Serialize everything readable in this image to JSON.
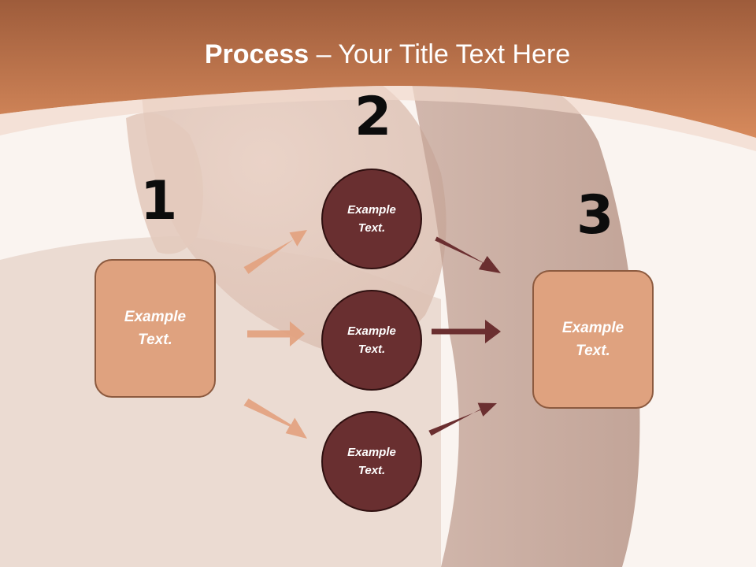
{
  "title": {
    "bold": "Process",
    "dash": " – ",
    "rest": "Your Title Text Here"
  },
  "steps": [
    {
      "number": "1"
    },
    {
      "number": "2"
    },
    {
      "number": "3"
    }
  ],
  "left_box": {
    "line1": "Example",
    "line2": "Text."
  },
  "right_box": {
    "line1": "Example",
    "line2": "Text."
  },
  "circles": [
    {
      "line1": "Example",
      "line2": "Text."
    },
    {
      "line1": "Example",
      "line2": "Text."
    },
    {
      "line1": "Example",
      "line2": "Text."
    }
  ],
  "colors": {
    "header": "#c9784a",
    "box_fill": "#dfa27f",
    "circle_fill": "#692f30",
    "left_arrow": "#e3a27f",
    "right_arrow": "#6b2f30"
  }
}
